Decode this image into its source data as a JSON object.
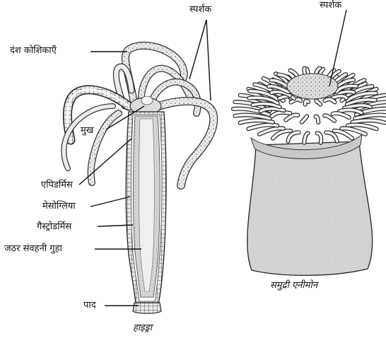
{
  "hydra": {
    "caption": "हाइड्रा",
    "labels": {
      "nematocysts": "दंश कोशिकाएँ",
      "tentacles": "स्पर्शक",
      "mouth": "मुख",
      "epidermis": "एपिडर्मिस",
      "mesoglea": "मेसोग्लिया",
      "gastrodermis": "गैस्ट्रोडर्मिस",
      "gastrovascular_cavity": "जठर संवहनी गुहा",
      "foot": "पाद"
    }
  },
  "sea_anemone": {
    "caption": "समुद्री एनीमोन",
    "labels": {
      "tentacles": "स्पर्शक"
    }
  }
}
